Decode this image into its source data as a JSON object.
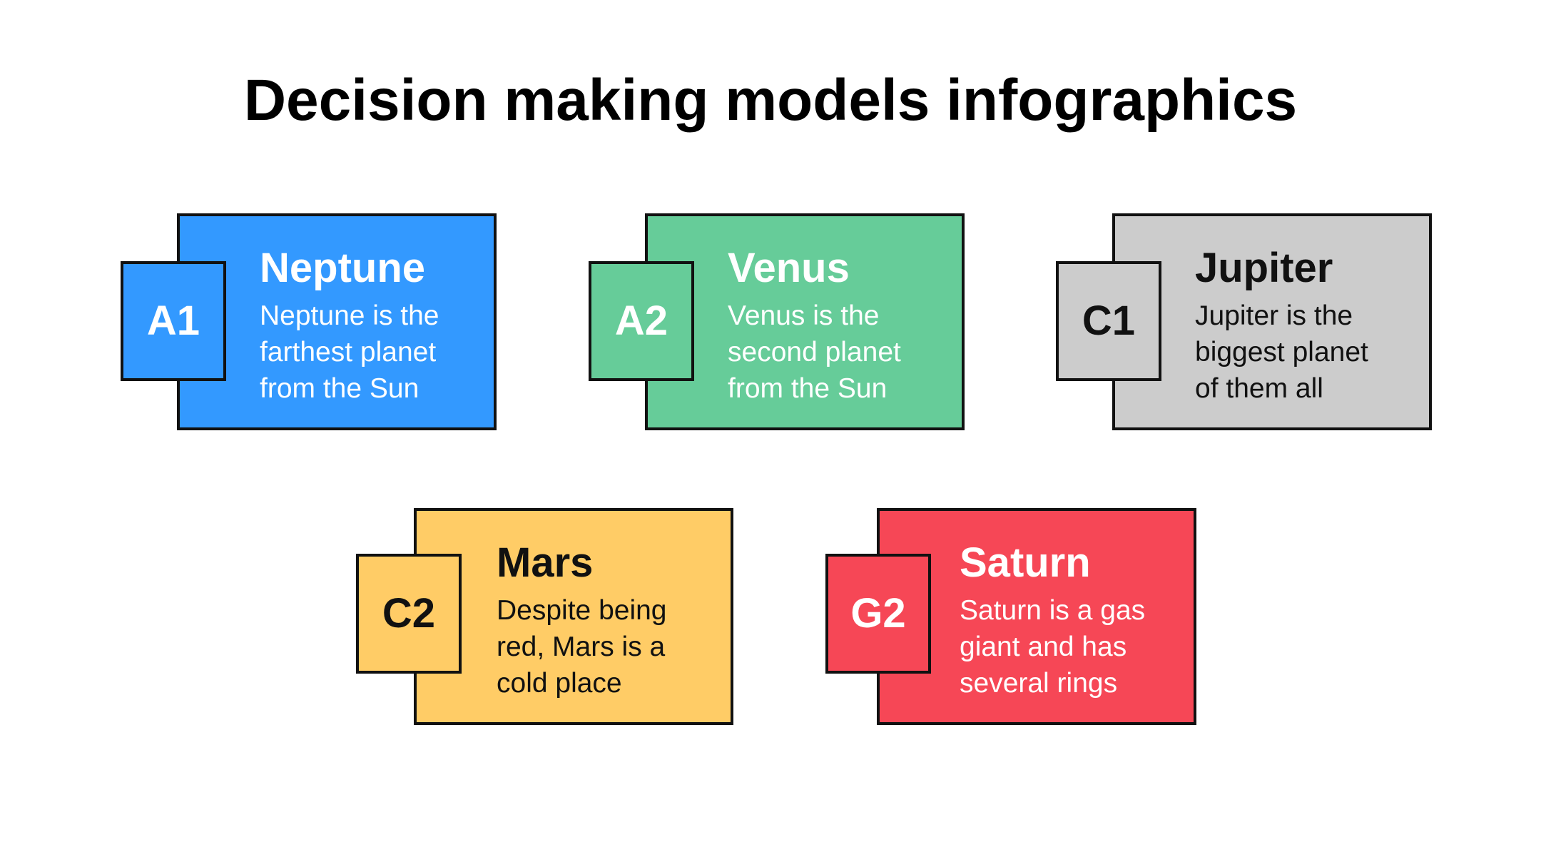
{
  "page": {
    "title": "Decision making models infographics"
  },
  "cards": [
    {
      "code": "A1",
      "title": "Neptune",
      "description": "Neptune is the\nfarthest planet\nfrom the Sun",
      "color": "#3399FF",
      "text_color": "#FFFFFF"
    },
    {
      "code": "A2",
      "title": "Venus",
      "description": "Venus is the\nsecond planet\nfrom the Sun",
      "color": "#66CC99",
      "text_color": "#FFFFFF"
    },
    {
      "code": "C1",
      "title": "Jupiter",
      "description": "Jupiter is the\nbiggest planet\nof them all",
      "color": "#CCCCCC",
      "text_color": "#111111"
    },
    {
      "code": "C2",
      "title": "Mars",
      "description": "Despite being\nred, Mars is a\ncold place",
      "color": "#FFCC66",
      "text_color": "#111111"
    },
    {
      "code": "G2",
      "title": "Saturn",
      "description": "Saturn is a gas\ngiant and has\nseveral rings",
      "color": "#F64756",
      "text_color": "#FFFFFF"
    }
  ]
}
